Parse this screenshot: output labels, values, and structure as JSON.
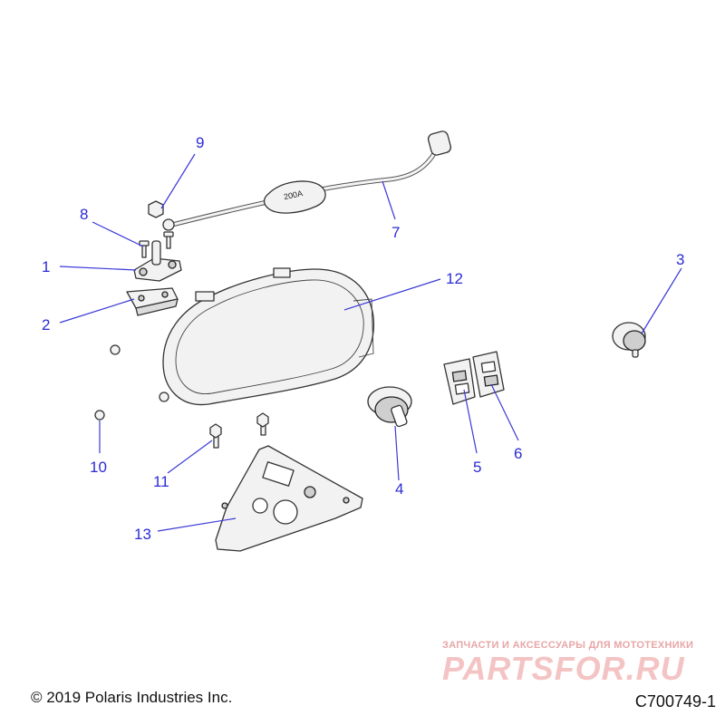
{
  "callouts": [
    {
      "id": "1",
      "part": "terminal-post-block"
    },
    {
      "id": "2",
      "part": "mounting-bracket"
    },
    {
      "id": "3",
      "part": "power-outlet"
    },
    {
      "id": "4",
      "part": "ignition-switch"
    },
    {
      "id": "5",
      "part": "rocker-switch-left"
    },
    {
      "id": "6",
      "part": "rocker-switch-right"
    },
    {
      "id": "7",
      "part": "fused-cable"
    },
    {
      "id": "8",
      "part": "screw"
    },
    {
      "id": "9",
      "part": "nut"
    },
    {
      "id": "10",
      "part": "rivet-nut"
    },
    {
      "id": "11",
      "part": "bolt"
    },
    {
      "id": "12",
      "part": "instrument-cluster"
    },
    {
      "id": "13",
      "part": "switch-panel"
    }
  ],
  "cable_label": "200A",
  "footer": {
    "copyright": "© 2019 Polaris Industries Inc.",
    "drawing_id": "C700749-1"
  },
  "watermark": {
    "tagline": "ЗАПЧАСТИ И АКСЕССУАРЫ ДЛЯ МОТОТЕХНИКИ",
    "logo": "PARTSFOR.RU"
  },
  "colors": {
    "callout": "#2b2bd6",
    "watermark": "#f4c4c4"
  }
}
